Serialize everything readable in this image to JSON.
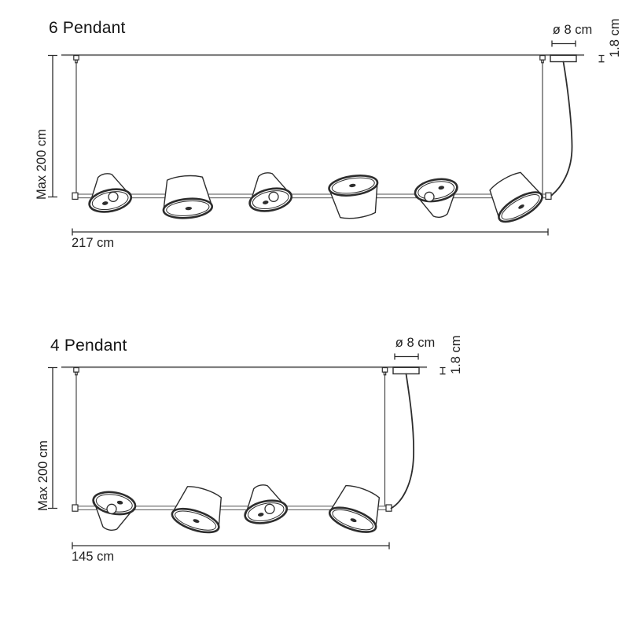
{
  "sheet": {
    "background": "#ffffff",
    "line_color": "#2d2d2d",
    "ceiling_line_color": "#7f7f7f"
  },
  "diagrams": [
    {
      "title": "6 Pendant",
      "pendant_count": 6,
      "bar_width": "217 cm",
      "max_drop": "Max 200 cm",
      "canopy_diameter": "ø 8 cm",
      "canopy_height": "1.8 cm"
    },
    {
      "title": "4 Pendant",
      "pendant_count": 4,
      "bar_width": "145 cm",
      "max_drop": "Max 200 cm",
      "canopy_diameter": "ø 8 cm",
      "canopy_height": "1.8 cm"
    }
  ]
}
